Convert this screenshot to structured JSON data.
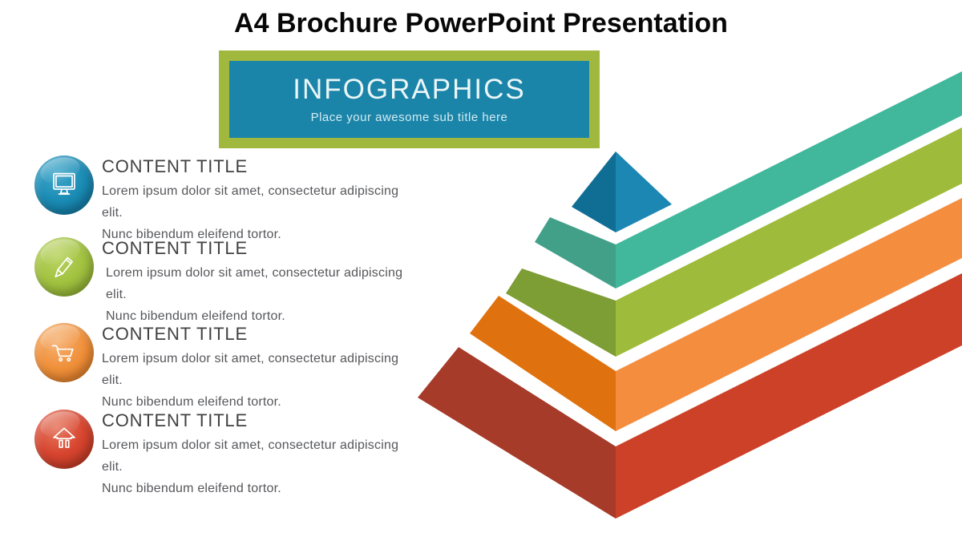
{
  "slide": {
    "title": "A4 Brochure PowerPoint Presentation"
  },
  "banner": {
    "title": "INFOGRAPHICS",
    "subtitle": "Place your awesome sub title here",
    "frame_color": "#a1b83f",
    "fill_color": "#1b84a9"
  },
  "items": [
    {
      "icon": "monitor-icon",
      "circle_color": "#1b8cb5",
      "title": "CONTENT TITLE",
      "line1": "Lorem ipsum dolor sit amet, consectetur adipiscing elit.",
      "line2": "Nunc bibendum eleifend tortor."
    },
    {
      "icon": "pencil-icon",
      "circle_color": "#a2c240",
      "title": "CONTENT TITLE",
      "line1": "Lorem ipsum dolor sit amet, consectetur adipiscing elit.",
      "line2": "Nunc bibendum eleifend tortor."
    },
    {
      "icon": "cart-icon",
      "circle_color": "#f0913c",
      "title": "CONTENT TITLE",
      "line1": "Lorem ipsum dolor sit amet, consectetur adipiscing elit.",
      "line2": "Nunc bibendum eleifend tortor."
    },
    {
      "icon": "home-icon",
      "circle_color": "#d7452f",
      "title": "CONTENT TITLE",
      "line1": "Lorem ipsum dolor sit amet, consectetur adipiscing elit.",
      "line2": "Nunc bibendum eleifend tortor."
    }
  ],
  "pyramid": {
    "layers": [
      {
        "name": "level-1-blue",
        "left": "#106e95",
        "right": "#1b87b2"
      },
      {
        "name": "level-2-teal",
        "left": "#42a089",
        "right": "#41b79c"
      },
      {
        "name": "level-3-green",
        "left": "#7d9d35",
        "right": "#9fbb3b"
      },
      {
        "name": "level-4-orange",
        "left": "#e0710f",
        "right": "#f48d3e"
      },
      {
        "name": "level-5-red",
        "left": "#a63b2a",
        "right": "#cc4127"
      }
    ]
  }
}
